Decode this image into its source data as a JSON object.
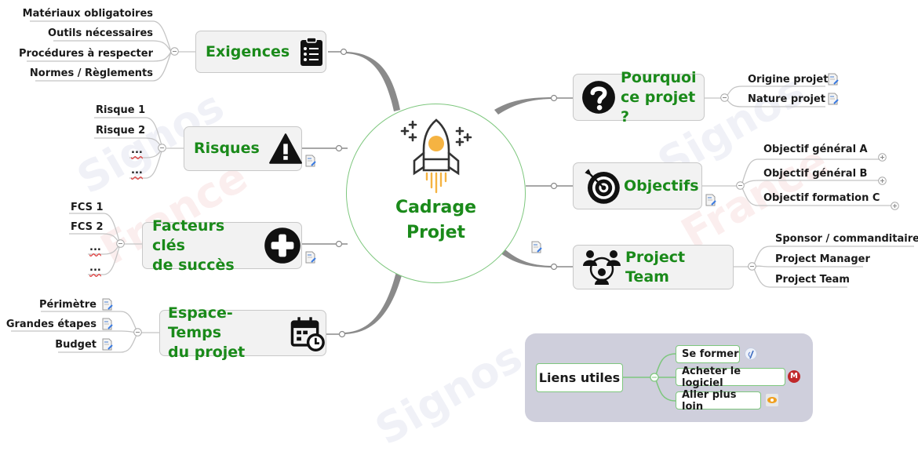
{
  "watermark": {
    "brand": "Signos",
    "country": "France"
  },
  "center": {
    "title_line1": "Cadrage",
    "title_line2": "Projet",
    "icon": "rocket-icon"
  },
  "colors": {
    "topic_text": "#1a8a1a",
    "topic_bg": "#f2f2f2",
    "topic_border": "#c8c8c8",
    "center_border": "#7ec77e",
    "connector": "#888888",
    "links_panel_bg": "#cfcfdc",
    "link_border": "#7ec77e"
  },
  "topics": {
    "exigences": {
      "label": "Exigences",
      "icon": "clipboard-list-icon",
      "children": [
        "Matériaux obligatoires",
        "Outils nécessaires",
        "Procédures à respecter",
        "Normes / Règlements"
      ]
    },
    "risques": {
      "label": "Risques",
      "icon": "warning-icon",
      "children": [
        "Risque 1",
        "Risque 2",
        "...",
        "..."
      ]
    },
    "facteurs": {
      "label_line1": "Facteurs clés",
      "label_line2": "de succès",
      "icon": "plus-circle-icon",
      "children": [
        "FCS 1",
        "FCS 2",
        "...",
        "..."
      ]
    },
    "espace_temps": {
      "label_line1": "Espace-Temps",
      "label_line2": "du projet",
      "icon": "calendar-clock-icon",
      "children": [
        "Périmètre",
        "Grandes étapes",
        "Budget"
      ]
    },
    "pourquoi": {
      "label_line1": "Pourquoi",
      "label_line2": "ce projet ?",
      "icon": "question-circle-icon",
      "children": [
        "Origine projet",
        "Nature projet"
      ]
    },
    "objectifs": {
      "label": "Objectifs",
      "icon": "target-icon",
      "children": [
        "Objectif général A",
        "Objectif général B",
        "Objectif formation C"
      ]
    },
    "team": {
      "label": "Project Team",
      "icon": "team-icon",
      "children": [
        "Sponsor / commanditaire",
        "Project Manager",
        "Project Team"
      ]
    }
  },
  "links": {
    "label": "Liens utiles",
    "items": [
      {
        "label": "Se former",
        "icon": "signos-icon"
      },
      {
        "label": "Acheter le logiciel",
        "icon": "mindmanager-icon"
      },
      {
        "label": "Aller plus loin",
        "icon": "orange-eye-icon"
      }
    ]
  }
}
